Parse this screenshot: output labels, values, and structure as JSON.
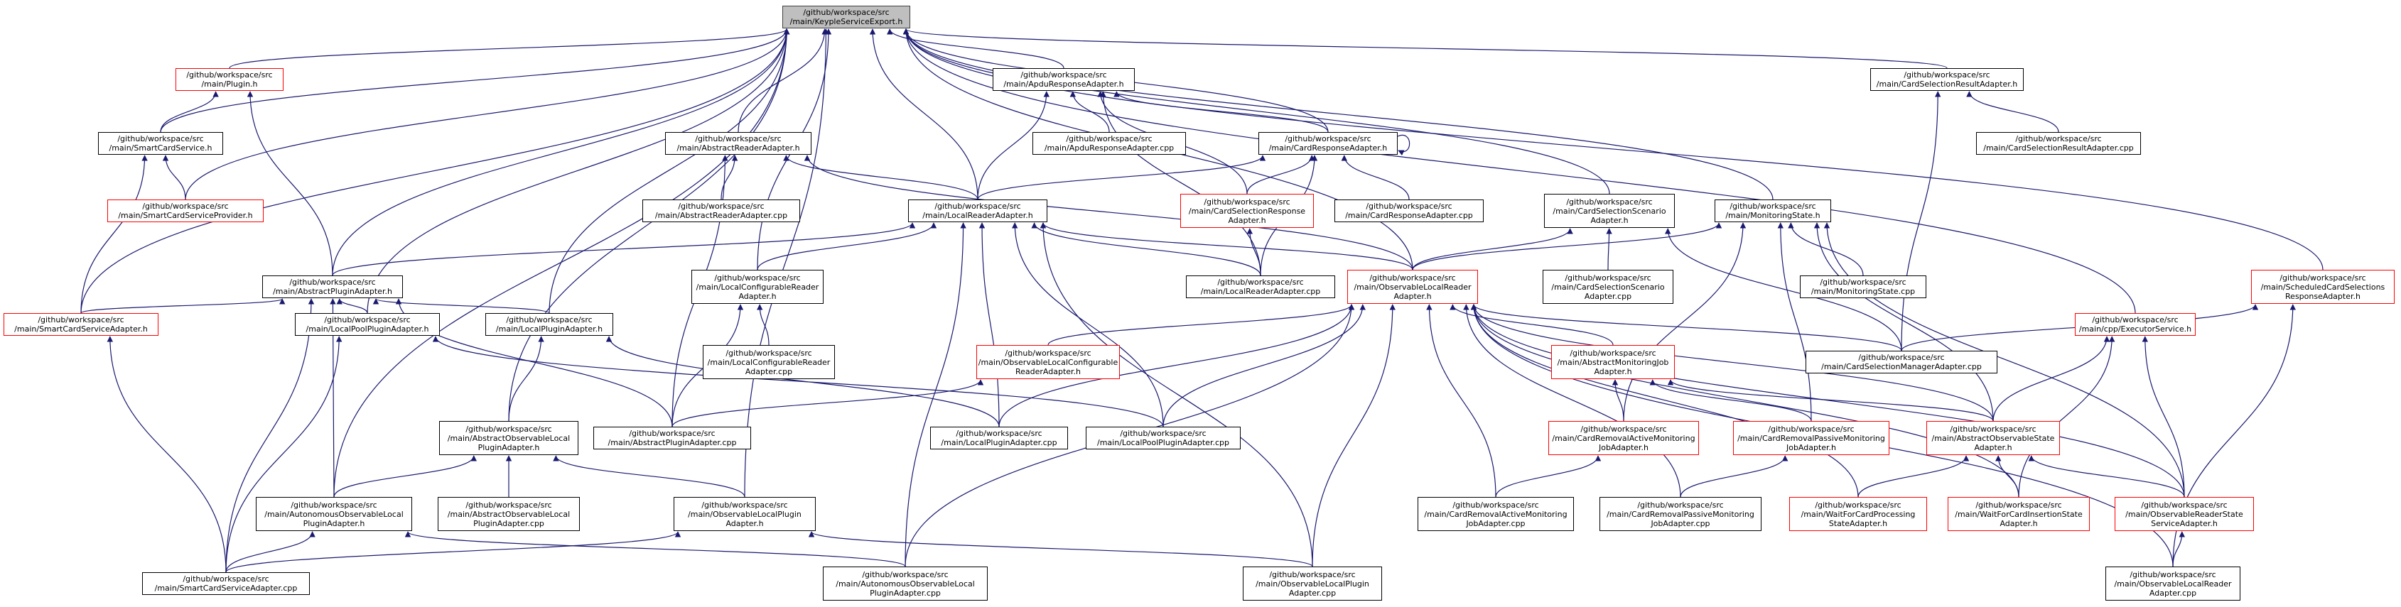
{
  "colors": {
    "edge": "#191970",
    "border": "#000000",
    "border_incomplete": "#ff0000",
    "root_fill": "#bfbfbf"
  },
  "nodes": {
    "root": {
      "lines": [
        "/github/workspace/src",
        "/main/KeypleServiceExport.h"
      ]
    },
    "plugin": {
      "lines": [
        "/github/workspace/src",
        "/main/Plugin.h"
      ]
    },
    "apduresp": {
      "lines": [
        "/github/workspace/src",
        "/main/ApduResponseAdapter.h"
      ]
    },
    "csresult": {
      "lines": [
        "/github/workspace/src",
        "/main/CardSelectionResultAdapter.h"
      ]
    },
    "smartcardsvc": {
      "lines": [
        "/github/workspace/src",
        "/main/SmartCardService.h"
      ]
    },
    "abstractreader": {
      "lines": [
        "/github/workspace/src",
        "/main/AbstractReaderAdapter.h"
      ]
    },
    "apducpp": {
      "lines": [
        "/github/workspace/src",
        "/main/ApduResponseAdapter.cpp"
      ]
    },
    "cardresp": {
      "lines": [
        "/github/workspace/src",
        "/main/CardResponseAdapter.h"
      ]
    },
    "csresultcpp": {
      "lines": [
        "/github/workspace/src",
        "/main/CardSelectionResultAdapter.cpp"
      ]
    },
    "provider": {
      "lines": [
        "/github/workspace/src",
        "/main/SmartCardServiceProvider.h"
      ]
    },
    "abstractreadercpp": {
      "lines": [
        "/github/workspace/src",
        "/main/AbstractReaderAdapter.cpp"
      ]
    },
    "localreader": {
      "lines": [
        "/github/workspace/src",
        "/main/LocalReaderAdapter.h"
      ]
    },
    "csresponse": {
      "lines": [
        "/github/workspace/src",
        "/main/CardSelectionResponse",
        "Adapter.h"
      ]
    },
    "cardrespcpp": {
      "lines": [
        "/github/workspace/src",
        "/main/CardResponseAdapter.cpp"
      ]
    },
    "csscenario": {
      "lines": [
        "/github/workspace/src",
        "/main/CardSelectionScenario",
        "Adapter.h"
      ]
    },
    "monstate": {
      "lines": [
        "/github/workspace/src",
        "/main/MonitoringState.h"
      ]
    },
    "abstractplugin": {
      "lines": [
        "/github/workspace/src",
        "/main/AbstractPluginAdapter.h"
      ]
    },
    "localconfreader": {
      "lines": [
        "/github/workspace/src",
        "/main/LocalConfigurableReader",
        "Adapter.h"
      ]
    },
    "localreadercpp": {
      "lines": [
        "/github/workspace/src",
        "/main/LocalReaderAdapter.cpp"
      ]
    },
    "obslocalreader": {
      "lines": [
        "/github/workspace/src",
        "/main/ObservableLocalReader",
        "Adapter.h"
      ]
    },
    "csscenariocpp": {
      "lines": [
        "/github/workspace/src",
        "/main/CardSelectionScenario",
        "Adapter.cpp"
      ]
    },
    "monstatecpp": {
      "lines": [
        "/github/workspace/src",
        "/main/MonitoringState.cpp"
      ]
    },
    "scheduled": {
      "lines": [
        "/github/workspace/src",
        "/main/ScheduledCardSelections",
        "ResponseAdapter.h"
      ]
    },
    "smartcardsvcadapter": {
      "lines": [
        "/github/workspace/src",
        "/main/SmartCardServiceAdapter.h"
      ]
    },
    "localpoolplugin": {
      "lines": [
        "/github/workspace/src",
        "/main/LocalPoolPluginAdapter.h"
      ]
    },
    "localplugin": {
      "lines": [
        "/github/workspace/src",
        "/main/LocalPluginAdapter.h"
      ]
    },
    "localconfreadercpp": {
      "lines": [
        "/github/workspace/src",
        "/main/LocalConfigurableReader",
        "Adapter.cpp"
      ]
    },
    "obslocalconf": {
      "lines": [
        "/github/workspace/src",
        "/main/ObservableLocalConfigurable",
        "ReaderAdapter.h"
      ]
    },
    "abstractmonjob": {
      "lines": [
        "/github/workspace/src",
        "/main/AbstractMonitoringJob",
        "Adapter.h"
      ]
    },
    "csmanager": {
      "lines": [
        "/github/workspace/src",
        "/main/CardSelectionManagerAdapter.cpp"
      ]
    },
    "executor": {
      "lines": [
        "/github/workspace/src",
        "/main/cpp/ExecutorService.h"
      ]
    },
    "absobslocalplugin": {
      "lines": [
        "/github/workspace/src",
        "/main/AbstractObservableLocal",
        "PluginAdapter.h"
      ]
    },
    "abstractplugincpp": {
      "lines": [
        "/github/workspace/src",
        "/main/AbstractPluginAdapter.cpp"
      ]
    },
    "localplugincpp": {
      "lines": [
        "/github/workspace/src",
        "/main/LocalPluginAdapter.cpp"
      ]
    },
    "localpoolplugincpp": {
      "lines": [
        "/github/workspace/src",
        "/main/LocalPoolPluginAdapter.cpp"
      ]
    },
    "activemonjob": {
      "lines": [
        "/github/workspace/src",
        "/main/CardRemovalActiveMonitoring",
        "JobAdapter.h"
      ]
    },
    "passivemonjob": {
      "lines": [
        "/github/workspace/src",
        "/main/CardRemovalPassiveMonitoring",
        "JobAdapter.h"
      ]
    },
    "absobsstate": {
      "lines": [
        "/github/workspace/src",
        "/main/AbstractObservableState",
        "Adapter.h"
      ]
    },
    "autonomousplugin": {
      "lines": [
        "/github/workspace/src",
        "/main/AutonomousObservableLocal",
        "PluginAdapter.h"
      ]
    },
    "absobslocalplugincpp": {
      "lines": [
        "/github/workspace/src",
        "/main/AbstractObservableLocal",
        "PluginAdapter.cpp"
      ]
    },
    "obslocalplugin": {
      "lines": [
        "/github/workspace/src",
        "/main/ObservableLocalPlugin",
        "Adapter.h"
      ]
    },
    "activemonjobcpp": {
      "lines": [
        "/github/workspace/src",
        "/main/CardRemovalActiveMonitoring",
        "JobAdapter.cpp"
      ]
    },
    "passivemonjobcpp": {
      "lines": [
        "/github/workspace/src",
        "/main/CardRemovalPassiveMonitoring",
        "JobAdapter.cpp"
      ]
    },
    "waitprocessing": {
      "lines": [
        "/github/workspace/src",
        "/main/WaitForCardProcessing",
        "StateAdapter.h"
      ]
    },
    "waitinsertion": {
      "lines": [
        "/github/workspace/src",
        "/main/WaitForCardInsertionState",
        "Adapter.h"
      ]
    },
    "obsreaderstate": {
      "lines": [
        "/github/workspace/src",
        "/main/ObservableReaderState",
        "ServiceAdapter.h"
      ]
    },
    "smartcardsvcadaptercpp": {
      "lines": [
        "/github/workspace/src",
        "/main/SmartCardServiceAdapter.cpp"
      ]
    },
    "autonomousplugincpp": {
      "lines": [
        "/github/workspace/src",
        "/main/AutonomousObservableLocal",
        "PluginAdapter.cpp"
      ]
    },
    "obslocalplugincpp": {
      "lines": [
        "/github/workspace/src",
        "/main/ObservableLocalPlugin",
        "Adapter.cpp"
      ]
    },
    "obslocalreadercpp": {
      "lines": [
        "/github/workspace/src",
        "/main/ObservableLocalReader",
        "Adapter.cpp"
      ]
    }
  }
}
